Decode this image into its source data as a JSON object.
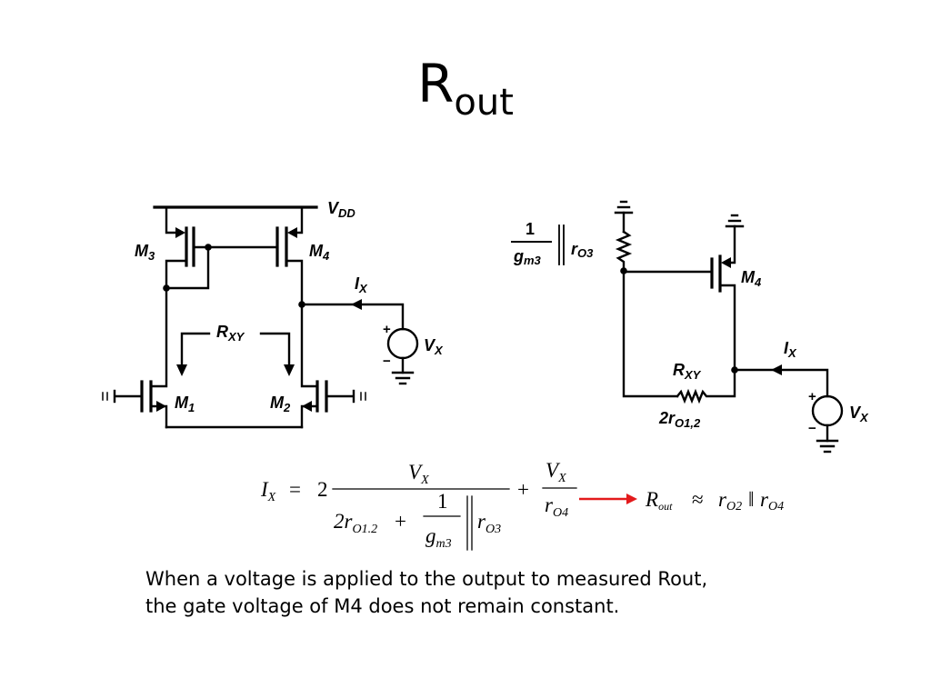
{
  "slide": {
    "title": {
      "main": "R",
      "sub": "out"
    },
    "caption": {
      "line1": "When a voltage is applied to the output to measured Rout,",
      "line2": "the gate voltage of M4 does not remain constant."
    }
  },
  "left_circuit": {
    "vdd": {
      "main": "V",
      "sub": "DD"
    },
    "m3": {
      "main": "M",
      "sub": "3"
    },
    "m4": {
      "main": "M",
      "sub": "4"
    },
    "ix": {
      "main": "I",
      "sub": "X"
    },
    "rxy": {
      "main": "R",
      "sub": "XY"
    },
    "vx": {
      "main": "V",
      "sub": "X"
    },
    "source_plus": "+",
    "source_minus": "−",
    "m1": {
      "main": "M",
      "sub": "1"
    },
    "m2": {
      "main": "M",
      "sub": "2"
    }
  },
  "right_circuit": {
    "load": {
      "numerator": "1",
      "denominator": {
        "main": "g",
        "sub": "m3"
      },
      "parallel": {
        "main": "r",
        "sub": "O3"
      }
    },
    "m4": {
      "main": "M",
      "sub": "4"
    },
    "ix": {
      "main": "I",
      "sub": "X"
    },
    "rxy": {
      "main": "R",
      "sub": "XY"
    },
    "rxy_value": {
      "main": "2r",
      "sub": "O1,2"
    },
    "vx": {
      "main": "V",
      "sub": "X"
    },
    "source_plus": "+",
    "source_minus": "−"
  },
  "equation": {
    "lhs": {
      "main": "I",
      "sub": "X"
    },
    "equals": "=",
    "coefficient": "2",
    "term1": {
      "numerator": {
        "main": "V",
        "sub": "X"
      },
      "denominator": {
        "ro": {
          "main": "2r",
          "sub": "O1.2"
        },
        "plus": "+",
        "inv_gm": {
          "numerator": "1",
          "main": "g",
          "sub": "m3"
        },
        "r": {
          "main": "r",
          "sub": "O3"
        }
      }
    },
    "plus": "+",
    "term2": {
      "numerator": {
        "main": "V",
        "sub": "X"
      },
      "denominator": {
        "main": "r",
        "sub": "O4"
      }
    },
    "result": {
      "lhs": {
        "main": "R",
        "sub": "out"
      },
      "approx": "≈",
      "a": {
        "main": "r",
        "sub": "O2"
      },
      "parallel": "‖",
      "b": {
        "main": "r",
        "sub": "O4"
      }
    }
  },
  "colors": {
    "background": "#ffffff",
    "ink": "#000000",
    "arrow": "#e31a1c"
  }
}
